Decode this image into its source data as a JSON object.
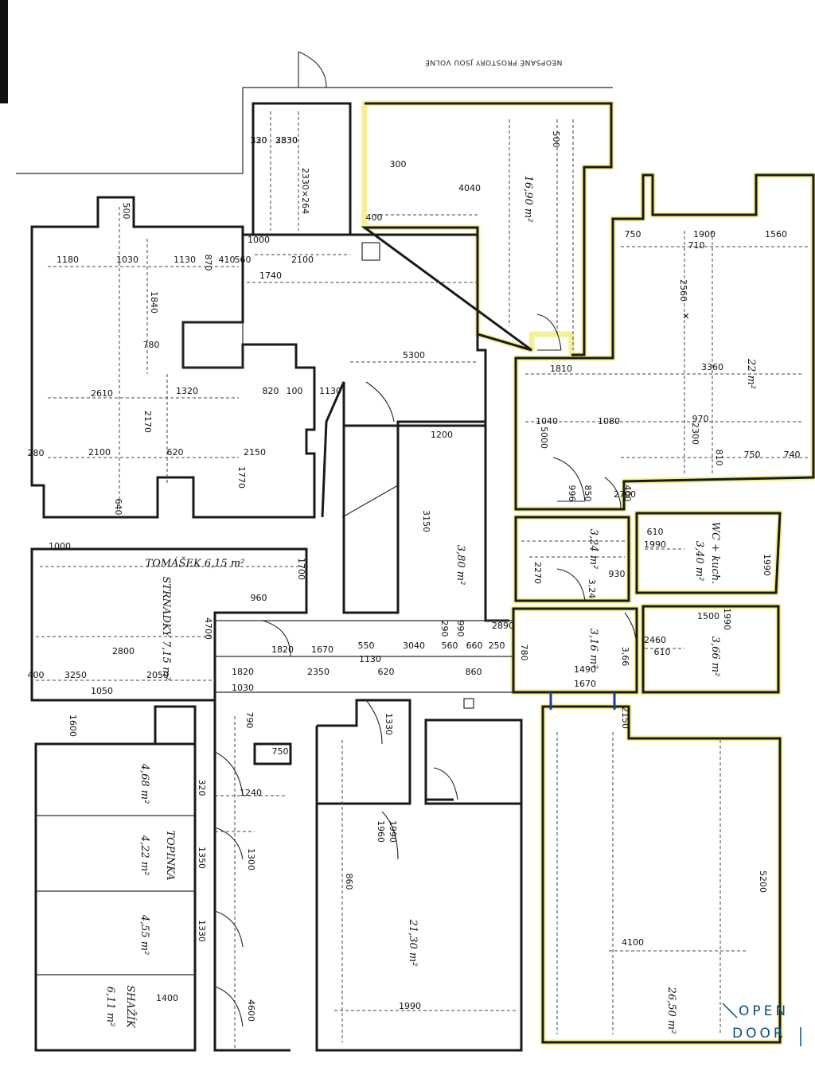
{
  "note_top": "NEOPSANÉ PROSTORY JSOU VOLNÉ",
  "rooms": [
    {
      "id": "r-top",
      "label": "16,90 m²"
    },
    {
      "id": "r-main",
      "label": "22 m²"
    },
    {
      "id": "r-hall",
      "label": "3,80 m²"
    },
    {
      "id": "r-small1",
      "label": "3,24 m²"
    },
    {
      "id": "r-wc",
      "label": "WC + kuch."
    },
    {
      "id": "r-wc2",
      "label": "3,40 m²"
    },
    {
      "id": "r-small2",
      "label": "3,16 m²"
    },
    {
      "id": "r-small3",
      "label": "3,66 m²"
    },
    {
      "id": "r-tomasek",
      "label": "TOMÁŠEK 6,15 m²"
    },
    {
      "id": "r-strnadky",
      "label": "STRNADKY 7,15 m²"
    },
    {
      "id": "r-1",
      "label": "4,68 m²"
    },
    {
      "id": "r-topinka",
      "label": "TOPINKA"
    },
    {
      "id": "r-2",
      "label": "4,22 m²"
    },
    {
      "id": "r-3",
      "label": "4,55 m²"
    },
    {
      "id": "r-shazik",
      "label": "SHAŽÍK"
    },
    {
      "id": "r-4",
      "label": "6,11 m²"
    },
    {
      "id": "r-big",
      "label": "21,30 m²"
    },
    {
      "id": "r-right",
      "label": "26,50 m²"
    }
  ],
  "dims": [
    "320",
    "2330",
    "2330×264",
    "4040",
    "500",
    "1000",
    "400",
    "750",
    "1900",
    "1560",
    "710",
    "2560",
    "3360",
    "1810",
    "1040",
    "1080",
    "2300",
    "750",
    "740",
    "810",
    "500",
    "1180",
    "1030",
    "1130",
    "870",
    "410",
    "560",
    "2100",
    "1740",
    "1840",
    "780",
    "1320",
    "820",
    "100",
    "1130",
    "2610",
    "2170",
    "2150",
    "1770",
    "2100",
    "620",
    "280",
    "640",
    "1200",
    "3150",
    "850",
    "996",
    "400",
    "610",
    "1990",
    "930",
    "2270",
    "3,24",
    "1990",
    "1500",
    "2460",
    "610",
    "1990",
    "3,66",
    "1490",
    "1670",
    "2150",
    "780",
    "2890",
    "290",
    "990",
    "960",
    "1700",
    "4700",
    "2800",
    "3250",
    "2050",
    "1050",
    "1820",
    "1030",
    "1820",
    "1670",
    "550",
    "1130",
    "3040",
    "560",
    "660",
    "250",
    "620",
    "860",
    "2350",
    "1600",
    "790",
    "750",
    "320",
    "1240",
    "1350",
    "1300",
    "1330",
    "1400",
    "4600",
    "1330",
    "1990",
    "1960",
    "860",
    "1990",
    "5200",
    "4100",
    "5300",
    "5000",
    "970",
    "2700",
    "300",
    "400",
    "1000",
    "130",
    "3830"
  ],
  "brand": {
    "line1": "OPEN",
    "line2": "DOOR",
    "color": "#0d4d7a"
  }
}
